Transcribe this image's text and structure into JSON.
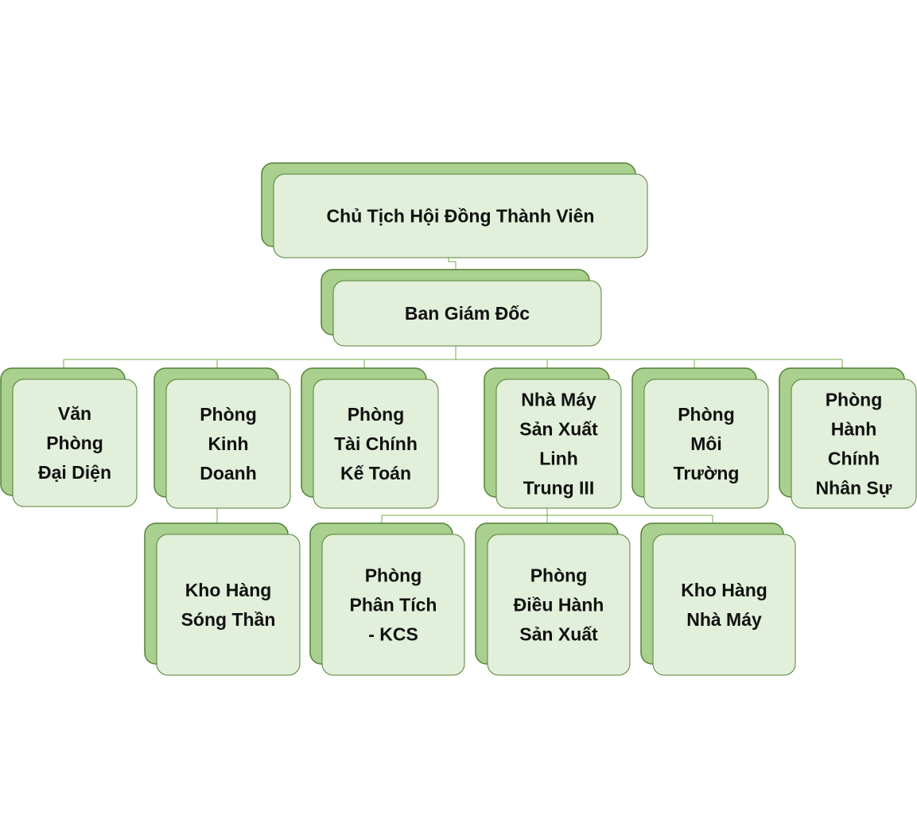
{
  "org_chart": {
    "nodes": [
      {
        "id": "chairman",
        "lines": [
          "Chủ Tịch Hội Đồng Thành Viên"
        ]
      },
      {
        "id": "board",
        "parent": "chairman",
        "lines": [
          "Ban Giám Đốc"
        ]
      },
      {
        "id": "rep-office",
        "parent": "board",
        "lines": [
          "Văn",
          "Phòng",
          "Đại Diện"
        ]
      },
      {
        "id": "sales",
        "parent": "board",
        "lines": [
          "Phòng",
          "Kinh",
          "Doanh"
        ]
      },
      {
        "id": "finance",
        "parent": "board",
        "lines": [
          "Phòng",
          "Tài Chính",
          "Kế Toán"
        ]
      },
      {
        "id": "factory",
        "parent": "board",
        "lines": [
          "Nhà Máy",
          "Sản Xuất",
          "Linh",
          "Trung III"
        ]
      },
      {
        "id": "environment",
        "parent": "board",
        "lines": [
          "Phòng",
          "Môi",
          "Trường"
        ]
      },
      {
        "id": "hr",
        "parent": "board",
        "lines": [
          "Phòng",
          "Hành",
          "Chính",
          "Nhân Sự"
        ]
      },
      {
        "id": "warehouse-song-than",
        "parent": "sales",
        "lines": [
          "Kho Hàng",
          "Sóng Thần"
        ]
      },
      {
        "id": "analysis-kcs",
        "parent": "factory",
        "lines": [
          "Phòng",
          "Phân Tích",
          "- KCS"
        ]
      },
      {
        "id": "production-control",
        "parent": "factory",
        "lines": [
          "Phòng",
          "Điều Hành",
          "Sản Xuất"
        ]
      },
      {
        "id": "warehouse-factory",
        "parent": "factory",
        "lines": [
          "Kho Hàng",
          "Nhà Máy"
        ]
      }
    ]
  }
}
